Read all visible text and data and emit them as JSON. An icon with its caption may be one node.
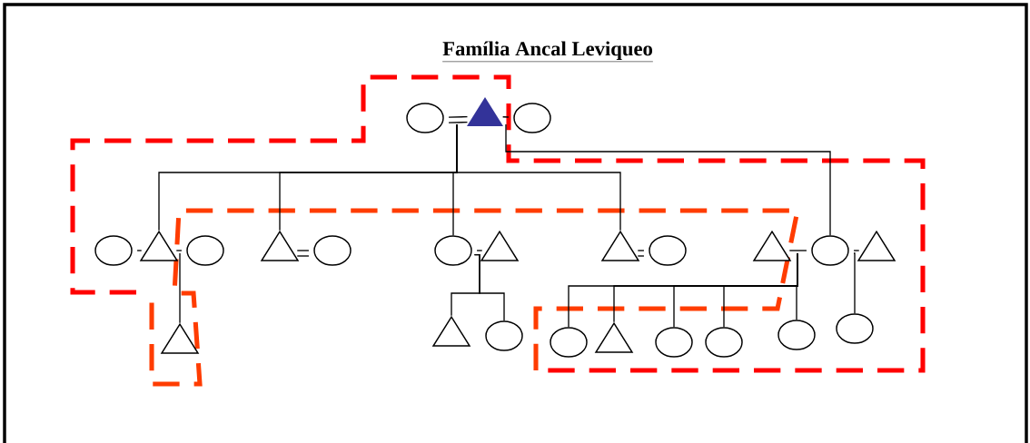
{
  "diagram": {
    "title": "Família Ancal Leviqueo",
    "nodes": [
      {
        "text": [],
        "shape": "ellipse"
      },
      {
        "text": [],
        "shape": "triangle"
      },
      {
        "text": [],
        "shape": "ellipse"
      },
      {
        "text": [],
        "shape": "ellipse"
      },
      {
        "text": [],
        "shape": "triangle"
      },
      {
        "text": [],
        "shape": "ellipse"
      },
      {
        "text": [],
        "shape": "triangle"
      },
      {
        "text": [],
        "shape": "ellipse"
      },
      {
        "text": [],
        "shape": "ellipse"
      },
      {
        "text": [],
        "shape": "triangle"
      },
      {
        "text": [],
        "shape": "triangle"
      },
      {
        "text": [],
        "shape": "ellipse"
      },
      {
        "text": [],
        "shape": "triangle"
      },
      {
        "text": [],
        "shape": "ellipse"
      },
      {
        "text": [],
        "shape": "triangle"
      },
      {
        "text": [],
        "shape": "triangle"
      },
      {
        "text": [],
        "shape": "triangle"
      },
      {
        "text": [],
        "shape": "ellipse"
      },
      {
        "text": [],
        "shape": "ellipse"
      },
      {
        "text": [],
        "shape": "triangle"
      },
      {
        "text": [],
        "shape": "ellipse"
      },
      {
        "text": [],
        "shape": "ellipse"
      },
      {
        "text": [],
        "shape": "ellipse"
      },
      {
        "text": [],
        "shape": "ellipse"
      }
    ],
    "edges": [
      {
        "from": 0,
        "to": 1,
        "arrow": "none"
      },
      {
        "from": 1,
        "to": 2,
        "arrow": "none"
      },
      {
        "from": 4,
        "to": 3,
        "arrow": "none"
      },
      {
        "from": 4,
        "to": 5,
        "arrow": "none"
      },
      {
        "from": 6,
        "to": 7,
        "arrow": "none"
      },
      {
        "from": 8,
        "to": 9,
        "arrow": "none"
      },
      {
        "from": 10,
        "to": 11,
        "arrow": "none"
      },
      {
        "from": 12,
        "to": 13,
        "arrow": "none"
      },
      {
        "from": 13,
        "to": 14,
        "arrow": "none"
      },
      {
        "from": 1,
        "to": 4,
        "arrow": "none"
      },
      {
        "from": 1,
        "to": 6,
        "arrow": "none"
      },
      {
        "from": 1,
        "to": 8,
        "arrow": "none"
      },
      {
        "from": 1,
        "to": 10,
        "arrow": "none"
      },
      {
        "from": 1,
        "to": 13,
        "arrow": "none"
      },
      {
        "from": 4,
        "to": 15,
        "arrow": "none"
      },
      {
        "from": 8,
        "to": 16,
        "arrow": "none"
      },
      {
        "from": 8,
        "to": 17,
        "arrow": "none"
      },
      {
        "from": 12,
        "to": 18,
        "arrow": "none"
      },
      {
        "from": 12,
        "to": 19,
        "arrow": "none"
      },
      {
        "from": 12,
        "to": 20,
        "arrow": "none"
      },
      {
        "from": 12,
        "to": 21,
        "arrow": "none"
      },
      {
        "from": 12,
        "to": 22,
        "arrow": "none"
      },
      {
        "from": 13,
        "to": 23,
        "arrow": "none"
      }
    ]
  }
}
